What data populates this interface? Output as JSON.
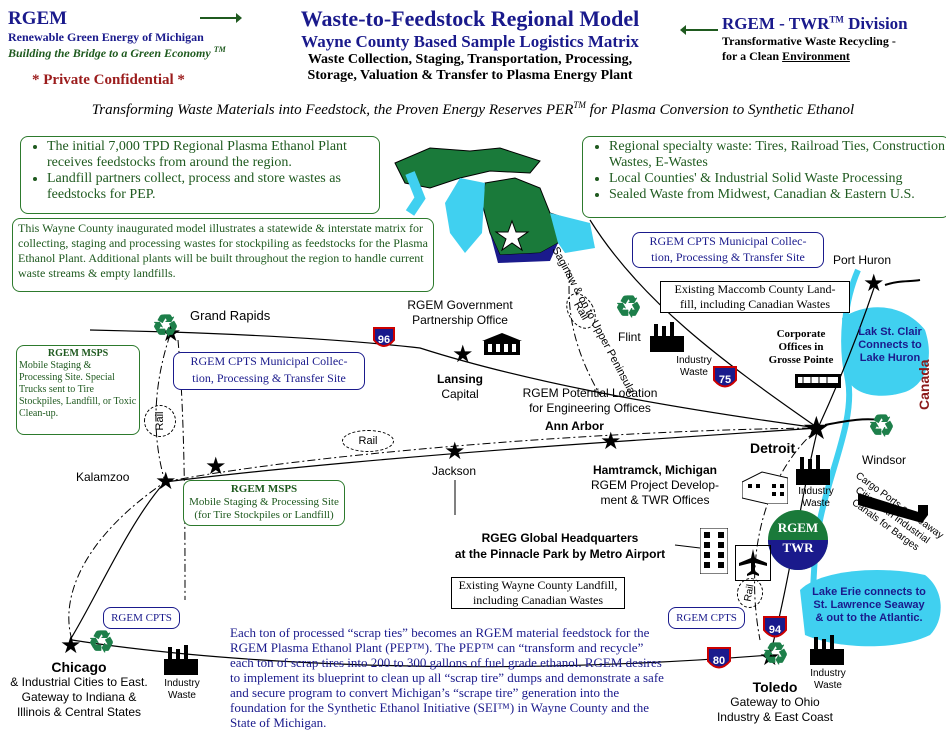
{
  "header": {
    "rgem_title": "RGEM",
    "rgem_subtitle": "Renewable Green Energy of Michigan",
    "rgem_tagline": "Building the Bridge to a Green Economy",
    "rgem_tagline_tm": "TM",
    "confidential": "* Private Confidential *",
    "main_title": "Waste-to-Feedstock Regional Model",
    "sub_title": "Wayne County Based Sample Logistics Matrix",
    "sub_title_line1": "Waste Collection, Staging, Transportation, Processing,",
    "sub_title_line2": "Storage, Valuation & Transfer to Plasma Energy Plant",
    "division_title": "RGEM - TWR",
    "division_tm": "TM",
    "division_word": "Division",
    "division_line1": "Transformative Waste Recycling -",
    "division_line2_prefix": "for a Clean ",
    "division_line2_underlined": "Environment",
    "tagline_prefix": "Transforming Waste Materials into Feedstock, the Proven Energy Reserves PER",
    "tagline_tm": "TM",
    "tagline_suffix": " for Plasma Conversion to Synthetic Ethanol"
  },
  "boxes": {
    "top_left_bullets": [
      "The initial 7,000 TPD Regional Plasma Ethanol Plant receives feedstocks from around the region.",
      "Landfill partners collect, process and store wastes as feedstocks for PEP."
    ],
    "wayne_model": "This Wayne County inaugurated model illustrates a statewide & interstate matrix for collecting, staging and processing wastes for stockpiling as feedstocks for the Plasma Ethanol Plant.  Additional plants will be built throughout the region to handle current waste streams & empty landfills.",
    "top_right_bullets": [
      "Regional specialty waste: Tires, Railroad Ties, Construction Wastes, E-Wastes",
      "Local Counties' & Industrial Solid Waste Processing",
      "Sealed Waste from Midwest, Canadian & Eastern U.S."
    ],
    "cpts_top_right": "RGEM CPTS Municipal Collection, Processing & Transfer Site",
    "cpts_top_right_l1": "RGEM CPTS Municipal Collec-",
    "cpts_top_right_l2": "tion, Processing & Transfer Site",
    "cpts_mid_l1": "RGEM CPTS Municipal Collec-",
    "cpts_mid_l2": "tion, Processing & Transfer Site",
    "msps_left_title": "RGEM MSPS",
    "msps_left_body": "Mobile Staging & Processing Site. Special Trucks sent to Tire Stockpiles, Landfill, or Toxic Clean-up.",
    "msps_mid_title": "RGEM MSPS",
    "msps_mid_l1": "Mobile Staging & Processing Site",
    "msps_mid_l2": "(for Tire Stockpiles or Landfill)",
    "macomb_l1": "Existing Maccomb County Land-",
    "macomb_l2": "fill, including Canadian Wastes",
    "wayne_landfill_l1": "Existing Wayne County Landfill,",
    "wayne_landfill_l2": "including Canadian Wastes",
    "cpts_small_left": "RGEM CPTS",
    "cpts_small_right": "RGEM CPTS",
    "lake_st_clair": "Lak St. Clair Connects to Lake Huron",
    "lake_erie": "Lake Erie connects to St. Lawrence Seaway & out to the Atlantic.",
    "scrap_ties": "Each ton of processed “scrap ties” becomes an RGEM material feedstock for the RGEM Plasma Ethanol Plant (PEP™). The PEP™ can “transform and recycle” each ton of scrap tires into 200 to 300 gallons of fuel grade ethanol. RGEM desires to implement its blueprint to clean up all “scrap tire” dumps and demonstrate a safe and secure program to convert Michigan’s “scrape tire” generation into the foundation for the Synthetic Ethanol Initiative (SEI™) in Wayne County and the State of Michigan."
  },
  "places": {
    "grand_rapids": "Grand Rapids",
    "gov_office_l1": "RGEM Government",
    "gov_office_l2": "Partnership Office",
    "lansing": "Lansing",
    "capital": "Capital",
    "flint": "Flint",
    "port_huron": "Port Huron",
    "saginaw": "Saginaw & on to Upper Peninsula",
    "industry_waste": "Industry Waste",
    "corporate_l1": "Corporate",
    "corporate_l2": "Offices in",
    "corporate_l3": "Grosse Pointe",
    "potential_l1": "RGEM Potential Location",
    "potential_l2": "for Engineering Offices",
    "ann_arbor": "Ann Arbor",
    "detroit": "Detroit",
    "windsor": "Windsor",
    "canada": "Canada",
    "kalamazoo": "Kalamzoo",
    "jackson": "Jackson",
    "hamtramck_title": "Hamtramck, Michigan",
    "hamtramck_l2": "RGEM Project Develop-",
    "hamtramck_l3": "ment & TWR Offices",
    "global_hq_l1": "RGEG Global Headquarters",
    "global_hq_l2": "at the Pinnacle Park by Metro Airport",
    "cargo_ports": "Cargo Ports on Seaway Cities with Industrial Canals for Barges",
    "chicago": "Chicago",
    "chicago_l2": "& Industrial Cities to East.",
    "chicago_l3": "Gateway to Indiana &",
    "chicago_l4": "Illinois & Central States",
    "toledo": "Toledo",
    "toledo_l2": "Gateway to Ohio",
    "toledo_l3": "Industry & East Coast",
    "rail": "Rail",
    "twr_logo_top": "RGEM",
    "twr_logo_bottom": "TWR"
  },
  "highways": {
    "i96": "96",
    "i75": "75",
    "i94": "94",
    "i80": "80"
  },
  "icons": [
    "star-icon",
    "recycle-icon",
    "factory-icon",
    "building-icon",
    "airplane-icon",
    "ship-icon",
    "highway-shield-icon",
    "michigan-map-icon"
  ],
  "colors": {
    "navy": "#1a1a8c",
    "green": "#2d7a2d",
    "confidential_red": "#9b1c1c",
    "lake_blue": "#40d0f0",
    "map_green": "#1a7a3a",
    "canada": "#8b1a1a"
  }
}
